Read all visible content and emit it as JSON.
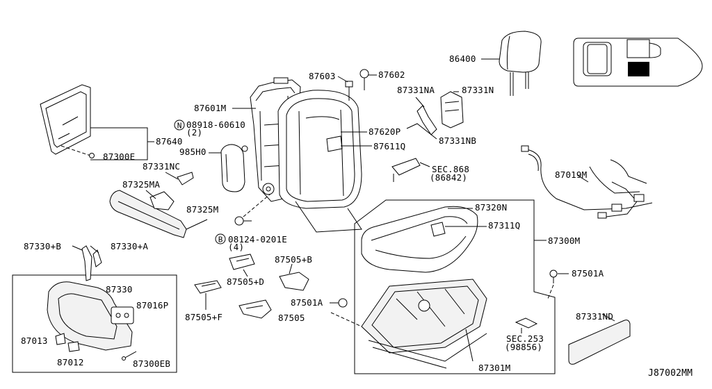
{
  "diagram": {
    "code": "J87002MM",
    "labels": {
      "l86400": "86400",
      "l87603": "87603",
      "l87602": "87602",
      "l87331NA": "87331NA",
      "l87331N": "87331N",
      "l87601M": "87601M",
      "l08918": "08918-60610",
      "l08918q": "(2)",
      "l87640": "87640",
      "l87300E": "87300E",
      "l985H0": "985H0",
      "l87331NC": "87331NC",
      "l87620P": "87620P",
      "l87611Q": "87611Q",
      "l87331NB": "87331NB",
      "lSEC868": "SEC.868",
      "l86842": "(86842)",
      "l87019M": "87019M",
      "l87325MA": "87325MA",
      "l87325M": "87325M",
      "l08124": "08124-0201E",
      "l08124q": "(4)",
      "l87320N": "87320N",
      "l87311Q": "87311Q",
      "l87300M": "87300M",
      "l87330B": "87330+B",
      "l87330A": "87330+A",
      "l87505B": "87505+B",
      "l87505D": "87505+D",
      "l87330": "87330",
      "l87016P": "87016P",
      "l87501A1": "87501A",
      "l87501A2": "87501A",
      "l87505F": "87505+F",
      "l87505": "87505",
      "l87013": "87013",
      "l87012": "87012",
      "l87300EB": "87300EB",
      "lSEC253": "SEC.253",
      "l98856": "(98856)",
      "l87301M": "87301M",
      "l87331ND": "87331ND"
    },
    "circle_markers": {
      "n": "N",
      "b": "B"
    }
  }
}
